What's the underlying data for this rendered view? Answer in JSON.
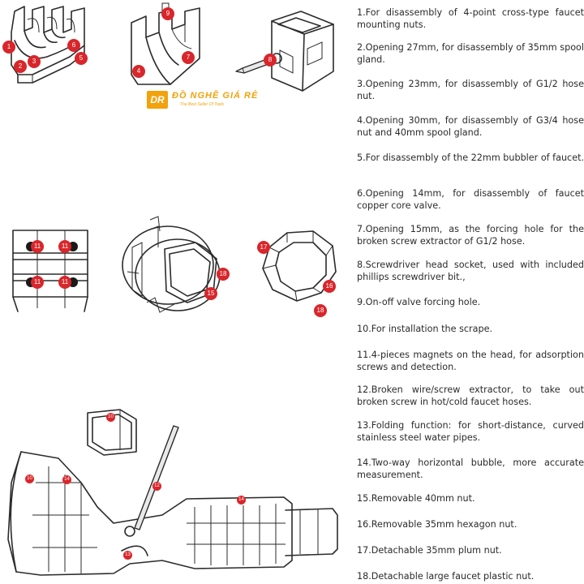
{
  "brand": {
    "logo_text": "DR",
    "name": "ĐỒ NGHỀ GIÁ RẺ",
    "tagline": "The Best Seller Of Tools",
    "accent_color": "#f2a20c"
  },
  "badge_color": "#d8262b",
  "callouts": {
    "fig1": [
      "1",
      "2",
      "3",
      "6",
      "5"
    ],
    "fig2": [
      "9",
      "4",
      "7"
    ],
    "fig3": [
      "8"
    ],
    "fig4": [
      "11",
      "11",
      "11",
      "11"
    ],
    "fig5": [
      "18",
      "15"
    ],
    "fig6": [
      "17",
      "16",
      "18"
    ],
    "fig7": [
      "10",
      "10",
      "14",
      "12",
      "14",
      "13"
    ]
  },
  "descriptions": [
    "1.For disassembly of 4-point cross-type faucet mounting nuts.",
    "2.Opening 27mm, for disassembly of 35mm spool gland.",
    "3.Opening 23mm, for disassembly of G1/2 hose nut.",
    "4.Opening 30mm, for disassembly of G3/4 hose nut and 40mm spool gland.",
    "5.For disassembly of the 22mm bubbler of faucet.",
    "6.Opening 14mm, for disassembly of faucet copper core valve.",
    "7.Opening 15mm, as the forcing hole for the broken screw extractor of G1/2 hose.",
    "8.Screwdriver head socket, used with included phillips screwdriver bit.,",
    "9.On-off valve forcing hole.",
    "10.For installation the scrape.",
    "11.4-pieces magnets on the head, for adsorption screws and detection.",
    "12.Broken wire/screw extractor, to take out broken screw in hot/cold faucet hoses.",
    "13.Folding function: for short-distance, curved stainless steel water pipes.",
    "14.Two-way horizontal bubble, more accurate measurement.",
    "15.Removable 40mm nut.",
    "16.Removable 35mm hexagon nut.",
    "17.Detachable 35mm plum nut.",
    "18.Detachable large faucet plastic nut."
  ]
}
